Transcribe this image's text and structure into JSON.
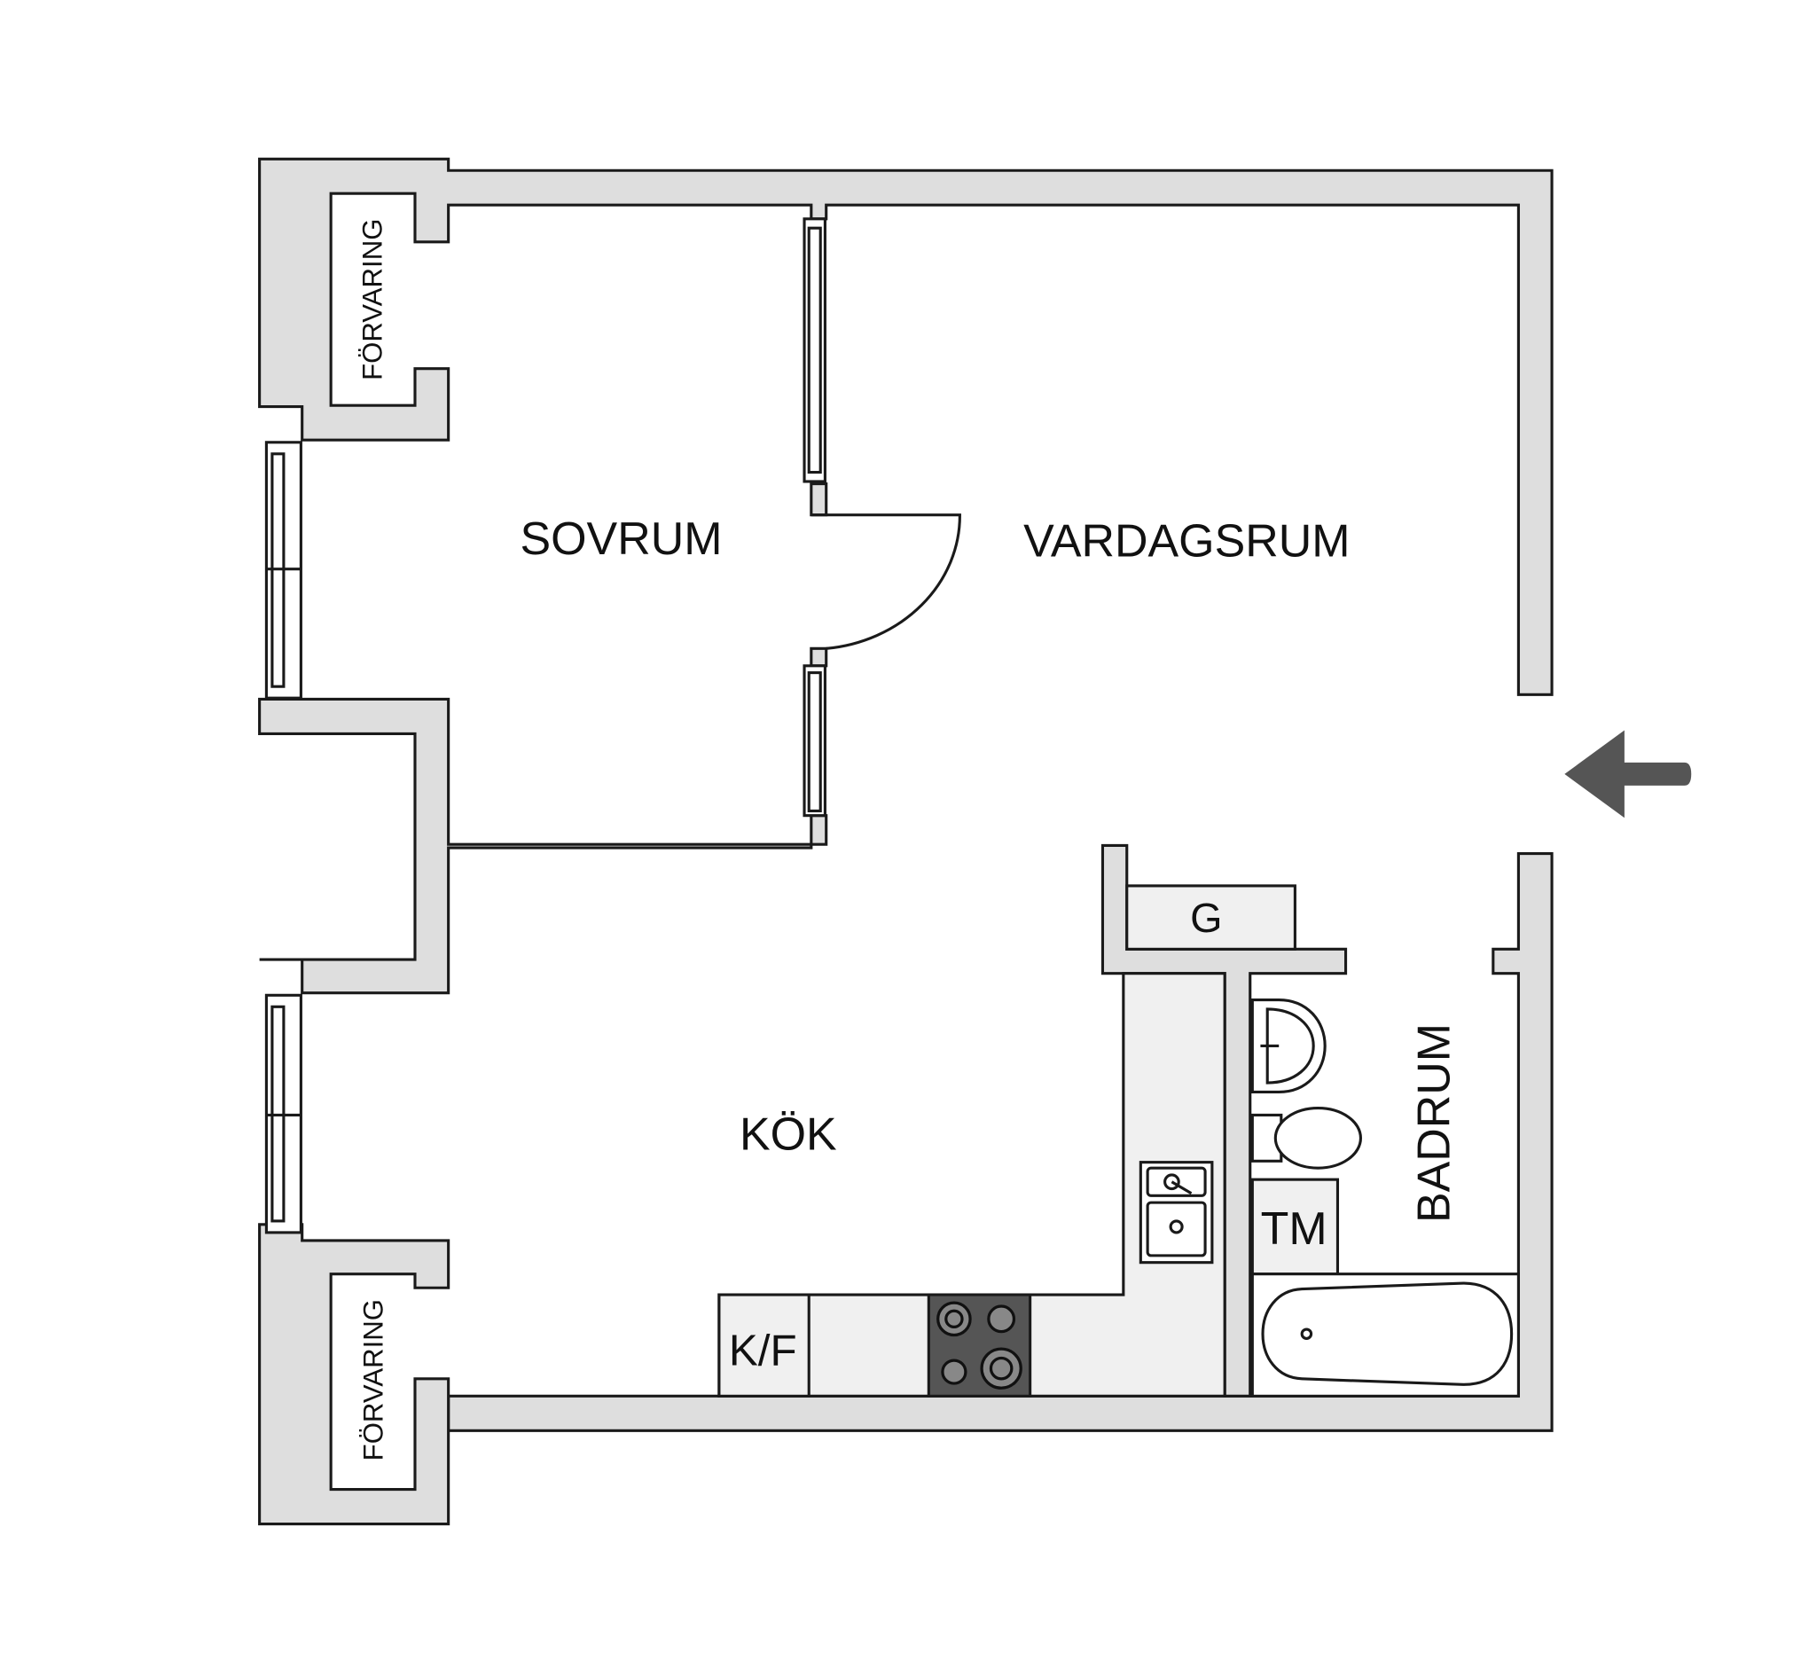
{
  "rooms": {
    "storage_top": "FÖRVARING",
    "storage_bottom": "FÖRVARING",
    "bedroom": "SOVRUM",
    "living_room": "VARDAGSRUM",
    "kitchen": "KÖK",
    "bathroom": "BADRUM"
  },
  "fixtures": {
    "wardrobe": "G",
    "washer": "TM",
    "fridge_freezer": "K/F"
  },
  "colors": {
    "wall": "#dedede",
    "outline": "#1a1a1a",
    "counter": "#f0f0f0",
    "stove": "#555555",
    "arrow": "#555555"
  }
}
